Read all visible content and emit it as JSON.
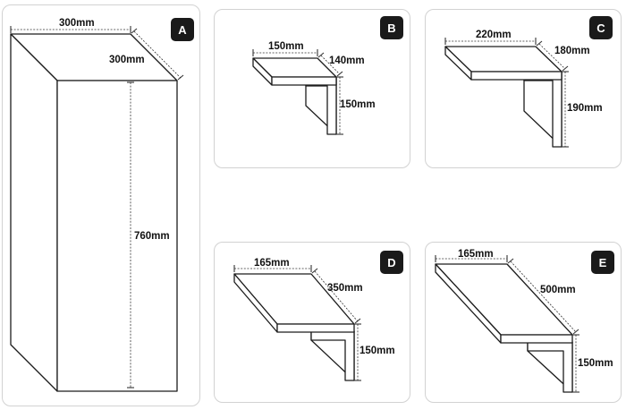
{
  "colors": {
    "badge_bg": "#1a1a1a",
    "badge_text": "#ffffff",
    "line": "#1c1c1c",
    "panel_border": "#d2d2d2"
  },
  "panels": {
    "a": {
      "badge": "A",
      "width": "300mm",
      "depth": "300mm",
      "height": "760mm"
    },
    "b": {
      "badge": "B",
      "width": "150mm",
      "depth": "140mm",
      "height": "150mm"
    },
    "c": {
      "badge": "C",
      "width": "220mm",
      "depth": "180mm",
      "height": "190mm"
    },
    "d": {
      "badge": "D",
      "width": "165mm",
      "depth": "350mm",
      "height": "150mm"
    },
    "e": {
      "badge": "E",
      "width": "165mm",
      "depth": "500mm",
      "height": "150mm"
    }
  }
}
